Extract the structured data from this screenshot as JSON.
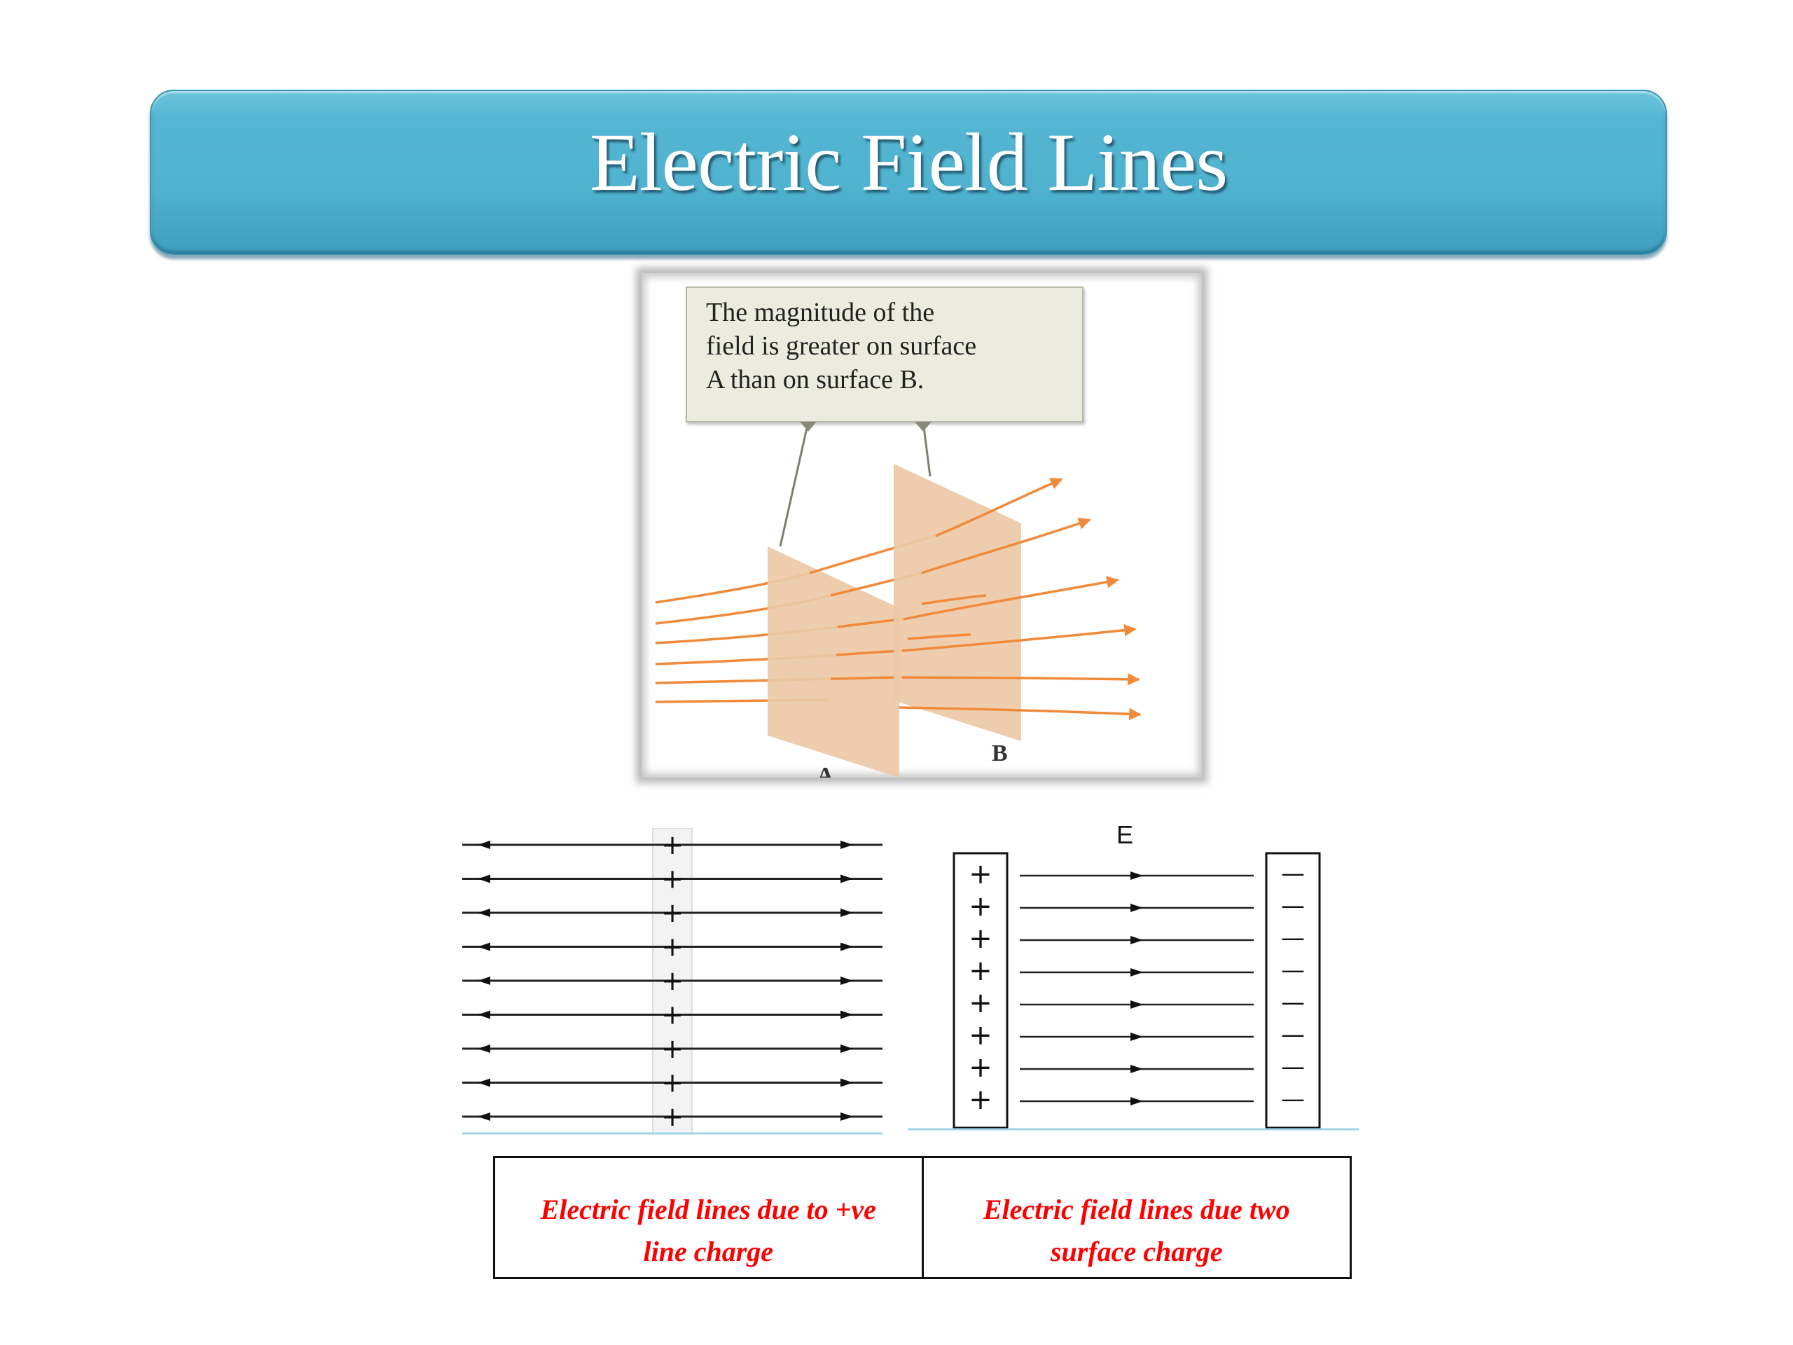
{
  "slide": {
    "title": "Electric Field Lines"
  },
  "top_figure": {
    "callout": [
      "The magnitude of the",
      "field is greater on surface",
      "A than on surface B."
    ],
    "label_a": "A",
    "label_b": "B",
    "line_color": "#f08a3a",
    "surface_color": "#ecc9a6"
  },
  "line_charge_figure": {
    "charge_symbol": "+",
    "line_count": 9
  },
  "plates_figure": {
    "field_label": "E",
    "positive_symbol": "+",
    "negative_symbol": "—",
    "charge_count": 8
  },
  "captions": {
    "left": "Electric field lines due to +ve line charge",
    "right": "Electric field lines due two surface charge"
  },
  "colors": {
    "title_bar": "#54b6d3",
    "caption_text": "#ff0000"
  }
}
